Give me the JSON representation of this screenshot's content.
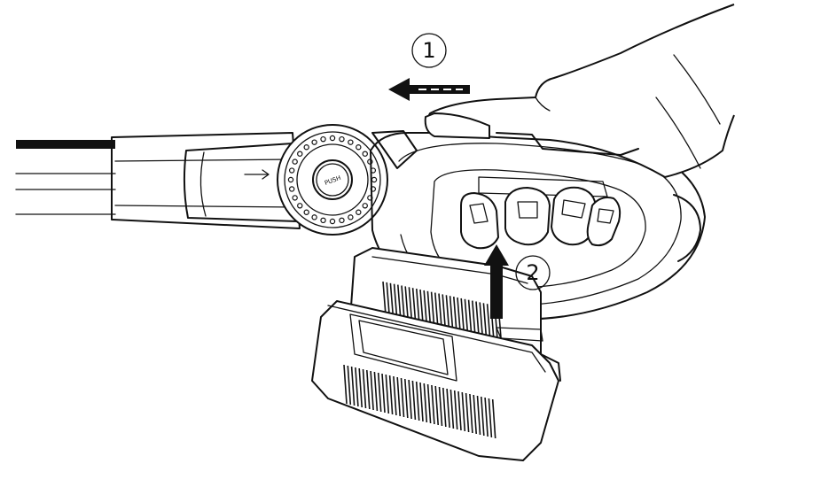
{
  "figure": {
    "step_1": "1",
    "step_2": "2",
    "push_button_label": "PUSH"
  },
  "icons": {
    "step_1_arrow": "dashed-arrow-left",
    "step_2_arrow": "solid-arrow-up",
    "tool_hand": "hand",
    "grip_hand": "fingers"
  },
  "colors": {
    "line": "#111111",
    "background": "#ffffff"
  }
}
